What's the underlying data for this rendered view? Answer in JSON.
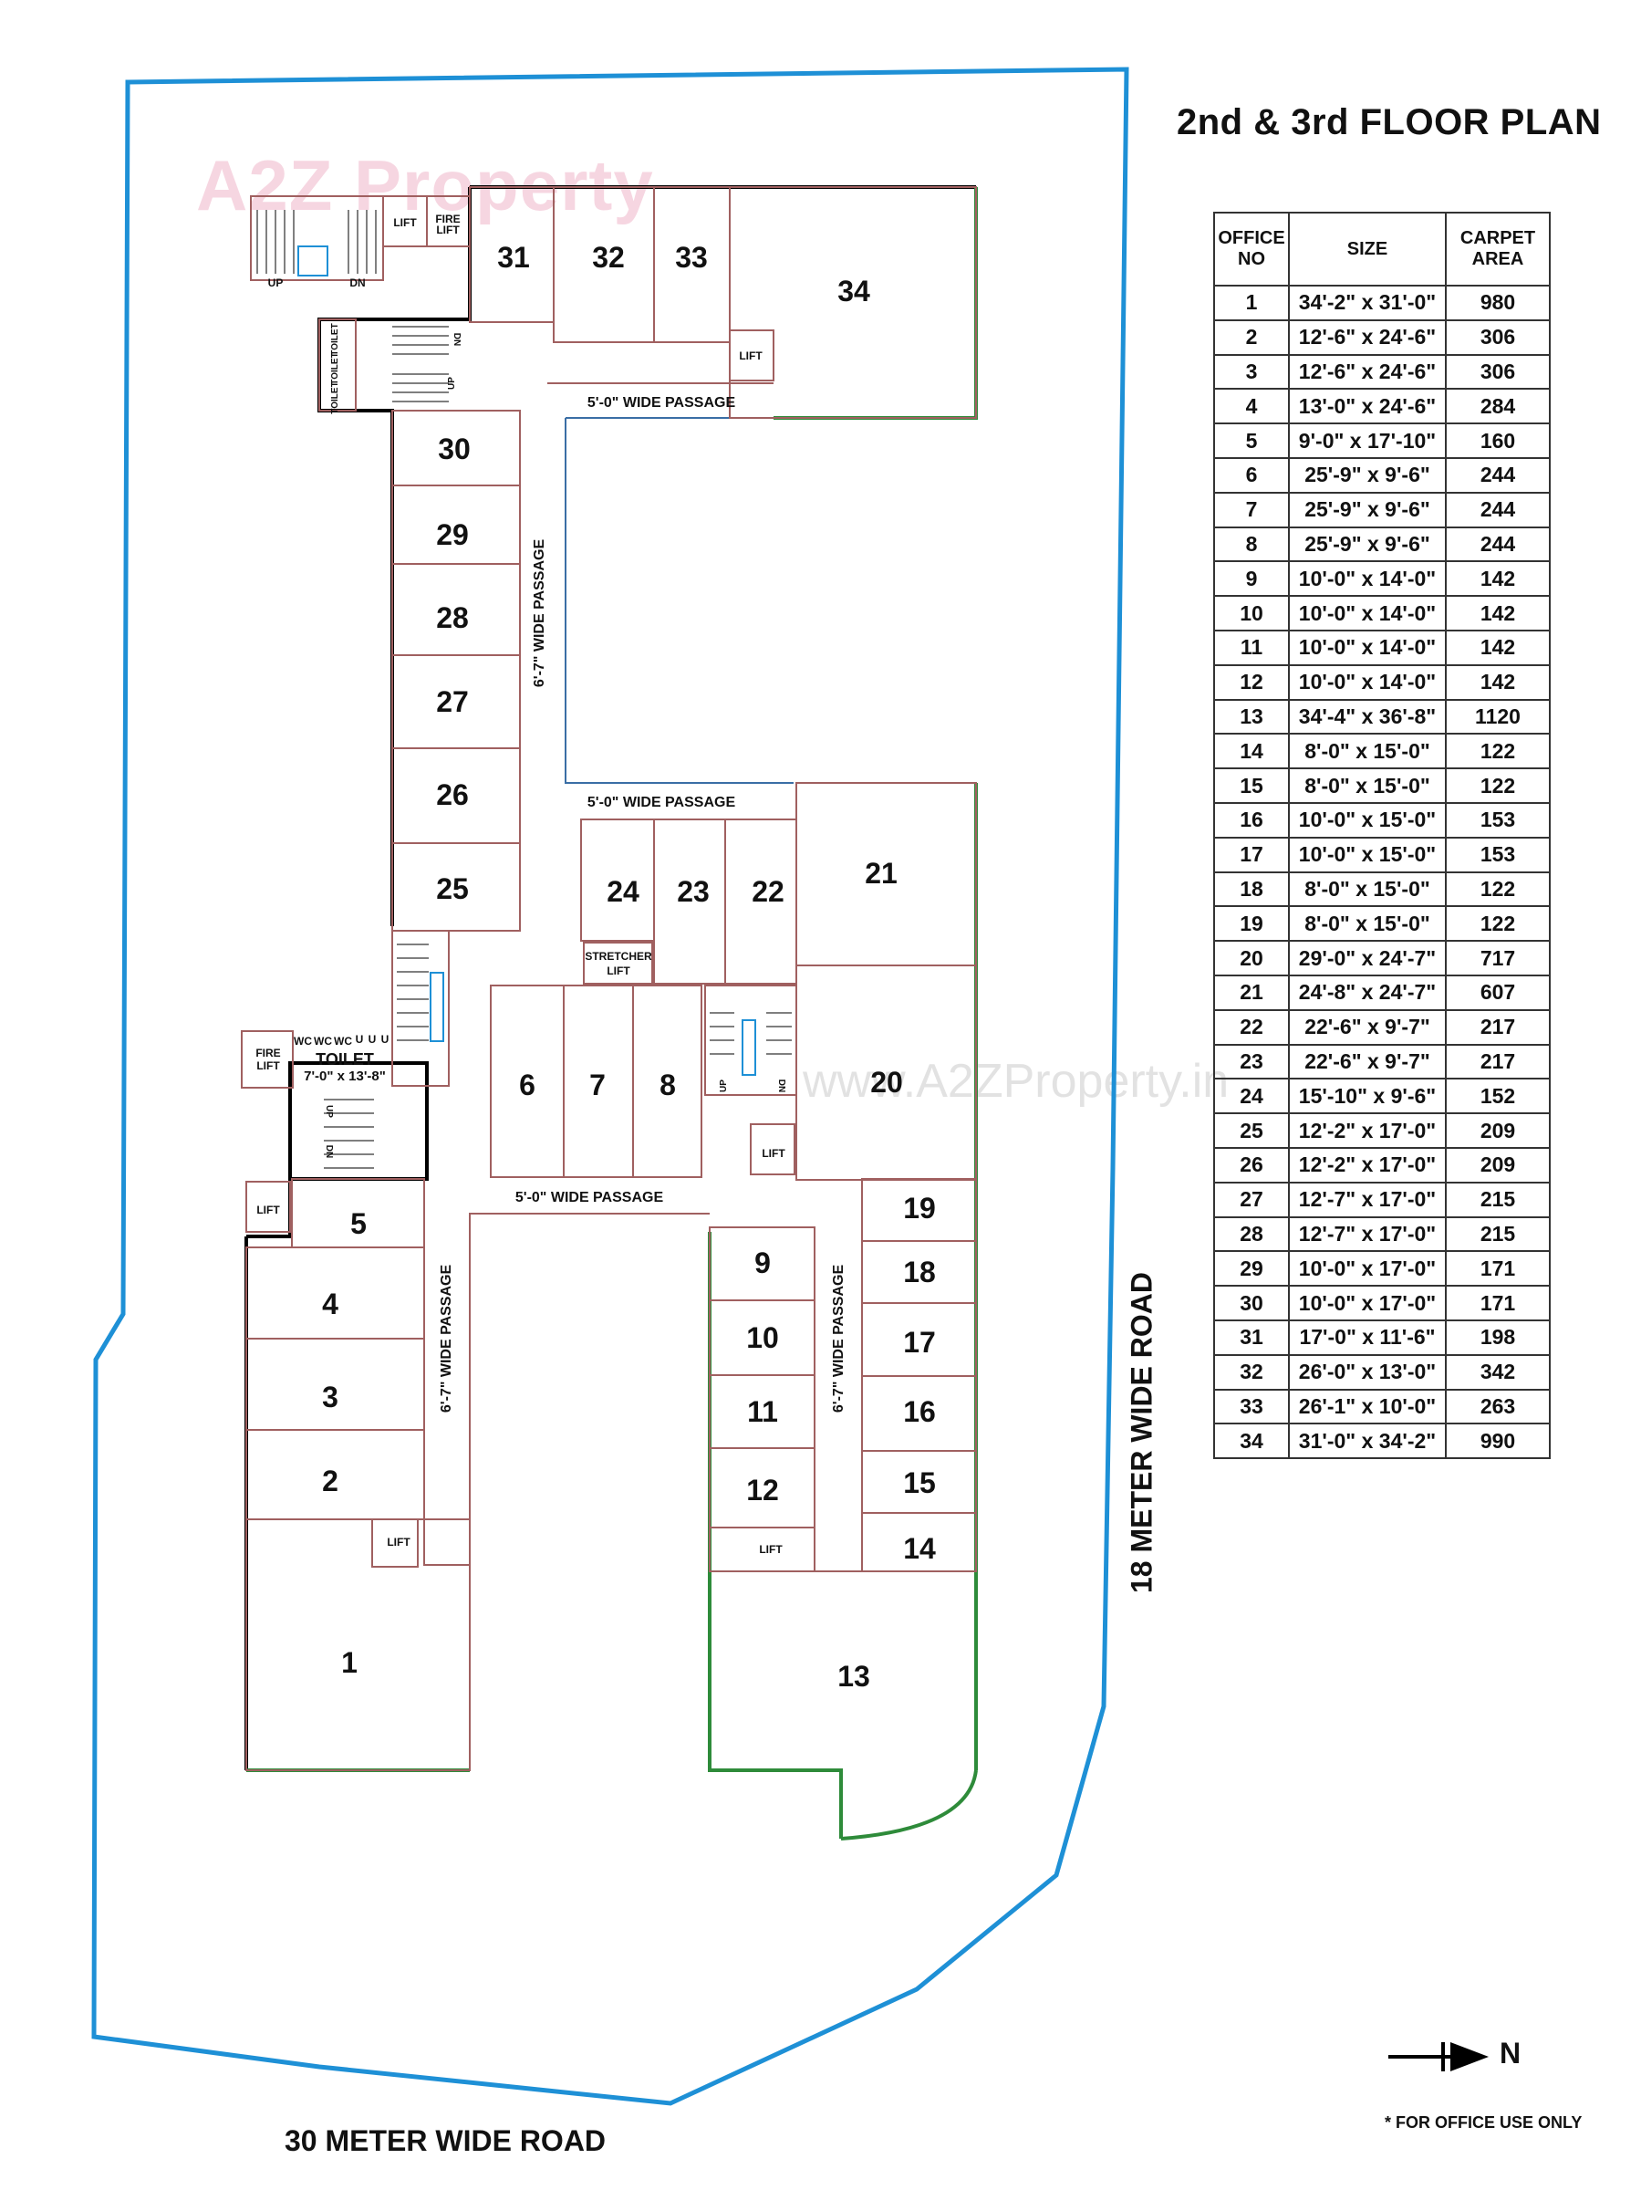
{
  "title": "2nd & 3rd FLOOR PLAN",
  "watermark_logo": "A2Z Property",
  "watermark_url": "www.A2ZProperty.in",
  "roads": {
    "bottom": "30 METER WIDE ROAD",
    "right": "18 METER WIDE ROAD"
  },
  "north_label": "N",
  "note": "* FOR OFFICE USE ONLY",
  "labels": {
    "lift": "LIFT",
    "fire_lift": [
      "FIRE",
      "LIFT"
    ],
    "stretcher_lift": [
      "STRETCHER",
      "LIFT"
    ],
    "toilet": "TOILET",
    "toilet_size": "7'-0\" x 13'-8\"",
    "wc": "WC",
    "u": "U",
    "up": "UP",
    "dn": "DN",
    "toilet_small": "TOILET",
    "passage_5_top": "5'-0\" WIDE PASSAGE",
    "passage_5_mid": "5'-0\" WIDE PASSAGE",
    "passage_5_low": "5'-0\" WIDE PASSAGE",
    "passage_67_upper": "6'-7\" WIDE PASSAGE",
    "passage_67_left": "6'-7\" WIDE PASSAGE",
    "passage_67_right": "6'-7\" WIDE PASSAGE"
  },
  "table": {
    "headers": {
      "office_no": [
        "OFFICE",
        "NO"
      ],
      "size": "SIZE",
      "carpet": [
        "CARPET",
        "AREA"
      ]
    },
    "rows": [
      {
        "no": "1",
        "size": "34'-2\" x 31'-0\"",
        "area": "980"
      },
      {
        "no": "2",
        "size": "12'-6\" x 24'-6\"",
        "area": "306"
      },
      {
        "no": "3",
        "size": "12'-6\" x 24'-6\"",
        "area": "306"
      },
      {
        "no": "4",
        "size": "13'-0\" x 24'-6\"",
        "area": "284"
      },
      {
        "no": "5",
        "size": "9'-0\" x 17'-10\"",
        "area": "160"
      },
      {
        "no": "6",
        "size": "25'-9\" x 9'-6\"",
        "area": "244"
      },
      {
        "no": "7",
        "size": "25'-9\" x 9'-6\"",
        "area": "244"
      },
      {
        "no": "8",
        "size": "25'-9\" x 9'-6\"",
        "area": "244"
      },
      {
        "no": "9",
        "size": "10'-0\" x 14'-0\"",
        "area": "142"
      },
      {
        "no": "10",
        "size": "10'-0\" x 14'-0\"",
        "area": "142"
      },
      {
        "no": "11",
        "size": "10'-0\" x 14'-0\"",
        "area": "142"
      },
      {
        "no": "12",
        "size": "10'-0\" x 14'-0\"",
        "area": "142"
      },
      {
        "no": "13",
        "size": "34'-4\" x 36'-8\"",
        "area": "1120"
      },
      {
        "no": "14",
        "size": "8'-0\" x 15'-0\"",
        "area": "122"
      },
      {
        "no": "15",
        "size": "8'-0\" x 15'-0\"",
        "area": "122"
      },
      {
        "no": "16",
        "size": "10'-0\" x 15'-0\"",
        "area": "153"
      },
      {
        "no": "17",
        "size": "10'-0\" x 15'-0\"",
        "area": "153"
      },
      {
        "no": "18",
        "size": "8'-0\" x 15'-0\"",
        "area": "122"
      },
      {
        "no": "19",
        "size": "8'-0\" x 15'-0\"",
        "area": "122"
      },
      {
        "no": "20",
        "size": "29'-0\" x 24'-7\"",
        "area": "717"
      },
      {
        "no": "21",
        "size": "24'-8\" x 24'-7\"",
        "area": "607"
      },
      {
        "no": "22",
        "size": "22'-6\" x 9'-7\"",
        "area": "217"
      },
      {
        "no": "23",
        "size": "22'-6\" x 9'-7\"",
        "area": "217"
      },
      {
        "no": "24",
        "size": "15'-10\" x 9'-6\"",
        "area": "152"
      },
      {
        "no": "25",
        "size": "12'-2\" x 17'-0\"",
        "area": "209"
      },
      {
        "no": "26",
        "size": "12'-2\" x 17'-0\"",
        "area": "209"
      },
      {
        "no": "27",
        "size": "12'-7\" x 17'-0\"",
        "area": "215"
      },
      {
        "no": "28",
        "size": "12'-7\" x 17'-0\"",
        "area": "215"
      },
      {
        "no": "29",
        "size": "10'-0\" x 17'-0\"",
        "area": "171"
      },
      {
        "no": "30",
        "size": "10'-0\" x 17'-0\"",
        "area": "171"
      },
      {
        "no": "31",
        "size": "17'-0\" x 11'-6\"",
        "area": "198"
      },
      {
        "no": "32",
        "size": "26'-0\" x 13'-0\"",
        "area": "342"
      },
      {
        "no": "33",
        "size": "26'-1\" x 10'-0\"",
        "area": "263"
      },
      {
        "no": "34",
        "size": "31'-0\" x 34'-2\"",
        "area": "990"
      }
    ]
  },
  "colors": {
    "plot_boundary": "#1e90d6",
    "green_edge": "#2e8b3a",
    "wall": "#000000",
    "room_line": "#b07070",
    "passage_line": "#3a6ea5"
  }
}
